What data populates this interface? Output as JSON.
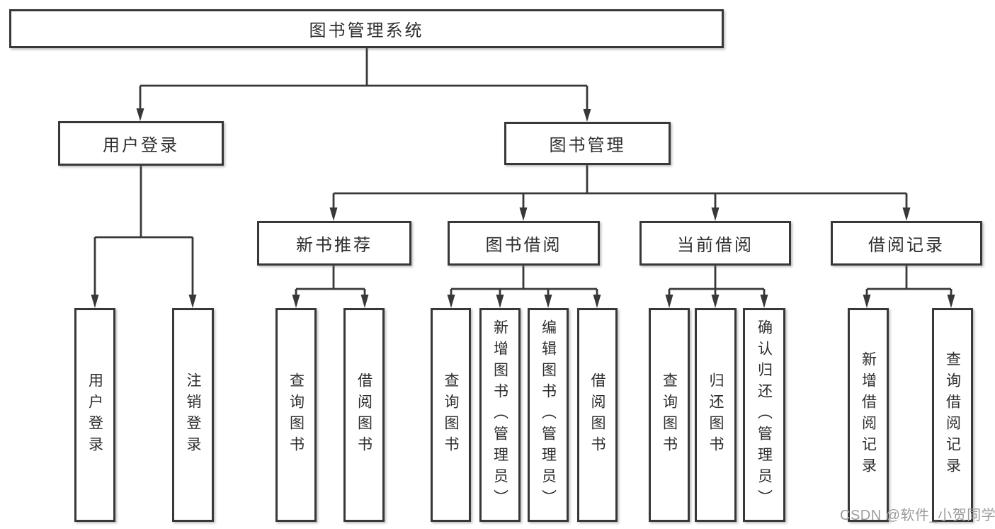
{
  "colors": {
    "background": "#ffffff",
    "line": "#383838",
    "box_border": "#383838",
    "text": "#2d2d2d",
    "watermark": "#9c9c9c"
  },
  "root": {
    "label": "图书管理系统"
  },
  "level2": [
    {
      "label": "用户登录"
    },
    {
      "label": "图书管理"
    }
  ],
  "level3": [
    {
      "label": "新书推荐",
      "parent": "图书管理"
    },
    {
      "label": "图书借阅",
      "parent": "图书管理"
    },
    {
      "label": "当前借阅",
      "parent": "图书管理"
    },
    {
      "label": "借阅记录",
      "parent": "图书管理"
    }
  ],
  "leaves": [
    {
      "label": "用户登录",
      "parent": "用户登录"
    },
    {
      "label": "注销登录",
      "parent": "用户登录"
    },
    {
      "label": "查询图书",
      "parent": "新书推荐"
    },
    {
      "label": "借阅图书",
      "parent": "新书推荐"
    },
    {
      "label": "查询图书",
      "parent": "图书借阅"
    },
    {
      "label": "新增图书（管理员）",
      "parent": "图书借阅"
    },
    {
      "label": "编辑图书（管理员）",
      "parent": "图书借阅"
    },
    {
      "label": "借阅图书",
      "parent": "图书借阅"
    },
    {
      "label": "查询图书",
      "parent": "当前借阅"
    },
    {
      "label": "归还图书",
      "parent": "当前借阅"
    },
    {
      "label": "确认归还（管理员）",
      "parent": "当前借阅"
    },
    {
      "label": "新增借阅记录",
      "parent": "借阅记录"
    },
    {
      "label": "查询借阅记录",
      "parent": "借阅记录"
    }
  ],
  "watermark": {
    "text": "CSDN @软件_小贺同学"
  }
}
